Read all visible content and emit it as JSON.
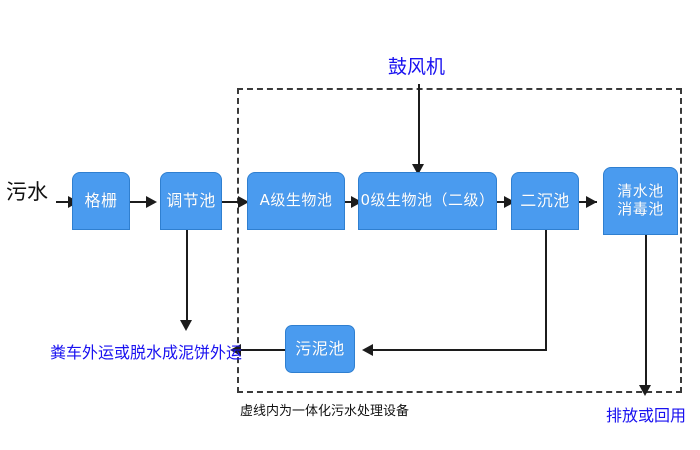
{
  "diagram": {
    "title_note": "虚线内为一体化污水处理设备",
    "blower_label": "鼓风机",
    "inlet_label": "污水",
    "sludge_outlet_label": "粪车外运或脱水成泥饼外运",
    "effluent_label": "排放或回用",
    "colors": {
      "node_fill": "#4a9bef",
      "node_border": "#2f7fd0",
      "node_text": "#ffffff",
      "blue_text": "#1a12f0",
      "line": "#1c1c1c",
      "dashed_border": "#3a3a3a",
      "background": "#ffffff"
    },
    "nodes": [
      {
        "id": "grille",
        "label": "格栅"
      },
      {
        "id": "regulation",
        "label": "调节池"
      },
      {
        "id": "bio_a",
        "label": "A级生物池"
      },
      {
        "id": "bio_o",
        "label": "0级生物池（二级）"
      },
      {
        "id": "clarifier",
        "label": "二沉池"
      },
      {
        "id": "clearwater",
        "label_line1": "清水池",
        "label_line2": "消毒池"
      },
      {
        "id": "sludge",
        "label": "污泥池"
      }
    ]
  }
}
